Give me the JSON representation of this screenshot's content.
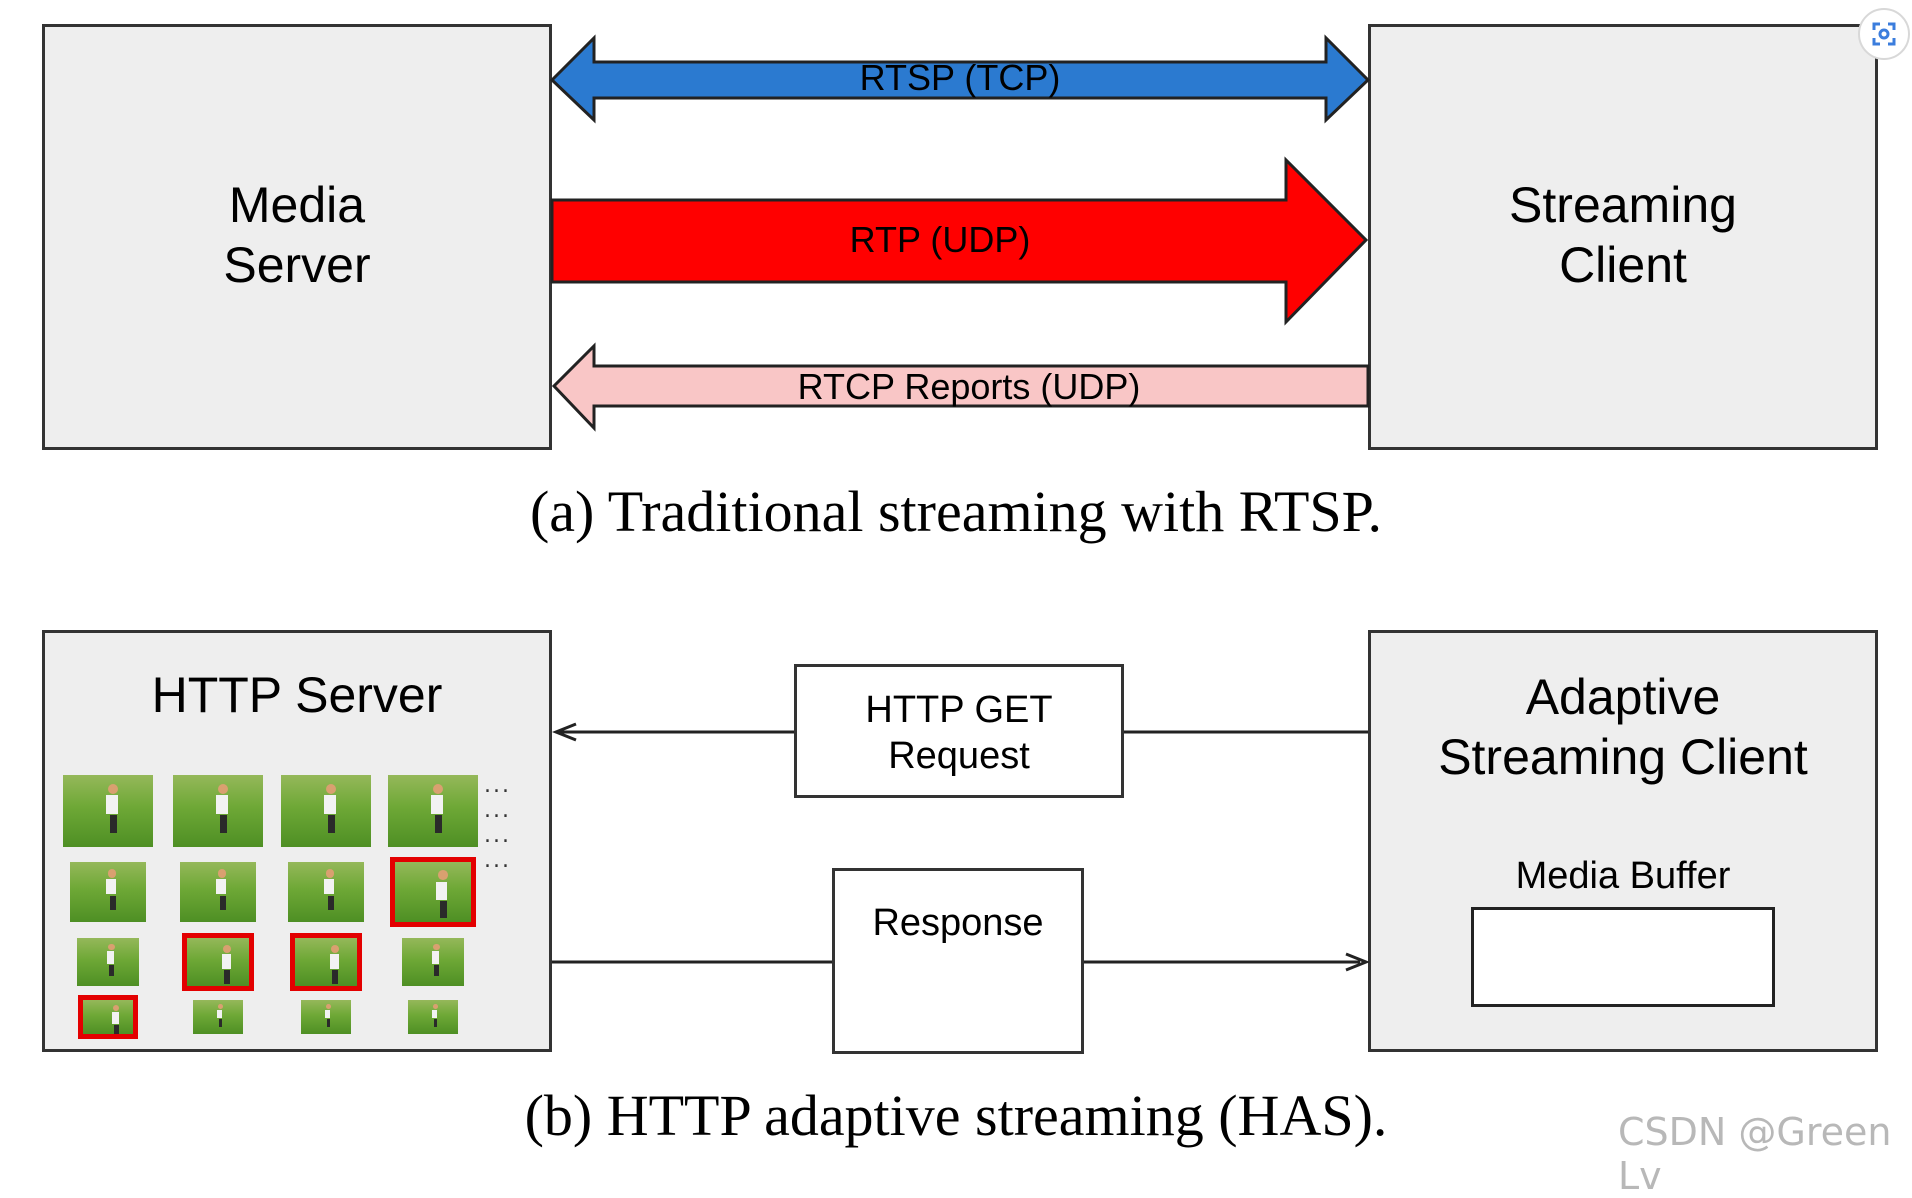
{
  "part_a": {
    "media_server": {
      "line1": "Media",
      "line2": "Server"
    },
    "streaming_client": {
      "line1": "Streaming",
      "line2": "Client"
    },
    "arrows": {
      "rtsp": "RTSP (TCP)",
      "rtp": "RTP (UDP)",
      "rtcp": "RTCP Reports (UDP)"
    },
    "colors": {
      "rtsp": "#2b7ad0",
      "rtp": "#ff0000",
      "rtcp": "#f9c6c6"
    },
    "caption": "(a) Traditional streaming with RTSP."
  },
  "part_b": {
    "http_server": {
      "title": "HTTP Server"
    },
    "request": {
      "line1": "HTTP GET",
      "line2": "Request"
    },
    "response": {
      "label": "Response"
    },
    "adaptive_client": {
      "line1": "Adaptive",
      "line2": "Streaming Client"
    },
    "media_buffer": {
      "label": "Media Buffer"
    },
    "dots": "...",
    "selection_color": "#e30000",
    "caption": "(b) HTTP adaptive streaming (HAS)."
  },
  "corner_icon": "screenshot-icon",
  "watermark": "CSDN @Green Lv"
}
